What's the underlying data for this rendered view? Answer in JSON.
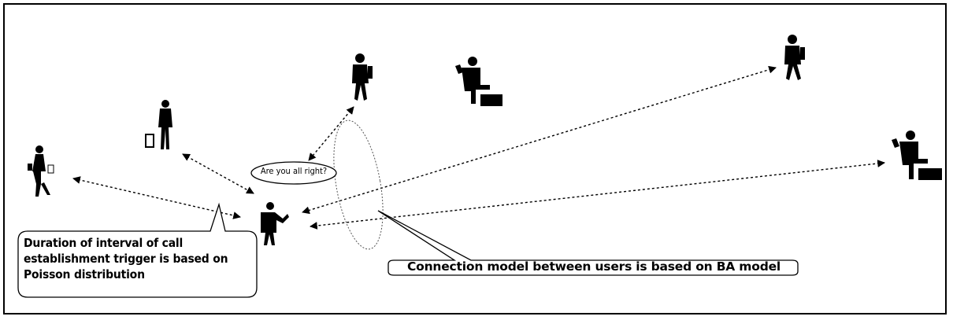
{
  "speech_bubble": {
    "text": "Are you all right?"
  },
  "callout_poisson": {
    "text": "Duration of interval of call establishment trigger is based on Poisson distribution"
  },
  "callout_ba": {
    "text": "Connection model between users is based on BA model"
  },
  "colors": {
    "line": "#000000",
    "background": "#ffffff"
  },
  "icons": [
    "woman-shopping-bags-icon",
    "businessman-briefcase-icon",
    "businesswoman-walking-icon",
    "businessman-sitting-icon",
    "central-user-talking-icon",
    "businesswoman-walking-icon",
    "businessman-sitting-icon"
  ]
}
